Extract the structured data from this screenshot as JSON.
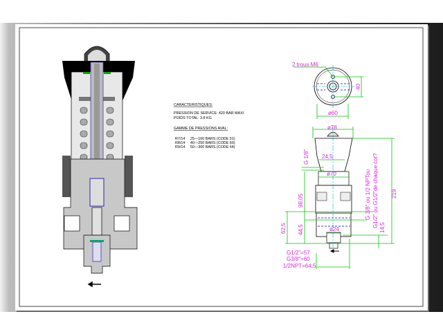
{
  "specs": {
    "heading": "CARACTERISTIQUES:",
    "pressure": "PRESSION DE SERVICE: 420 BAR MAXI",
    "weight": "POIDS TOTAL: 3.8 KG",
    "range_heading": "GAMME DE PRESSIONS AVAL:",
    "ranges": [
      "R7/14     25—160 BARS (CODE 51)",
      "R8/14     40—250 BARS (CODE 60)",
      "R9/14     50—300 BARS (CODE 64)"
    ]
  },
  "dimensions": {
    "holes": "2 trous M6",
    "d60": "ø60",
    "h40": "40",
    "d78": "ø78",
    "d245": "24,5",
    "g18": "G 1/8\"",
    "d70": "ø70",
    "h9805": "98,05",
    "h625": "62,5",
    "h445": "44,5",
    "d24": "ø24",
    "port_a": "G 3/8\" ou 1/2 NPTou",
    "port_b": "G1/2\" ou G1/2\"de chaque cot?",
    "h145": "14,5",
    "h219": "219",
    "g12": "G1/2\"=57",
    "g38": "G3/8\"=60",
    "npt": "1/2NPT=64,5"
  },
  "colors": {
    "dimension": "#00c800",
    "text": "#e020e0",
    "hidden": "#0000c8",
    "center": "#00b0e0"
  }
}
